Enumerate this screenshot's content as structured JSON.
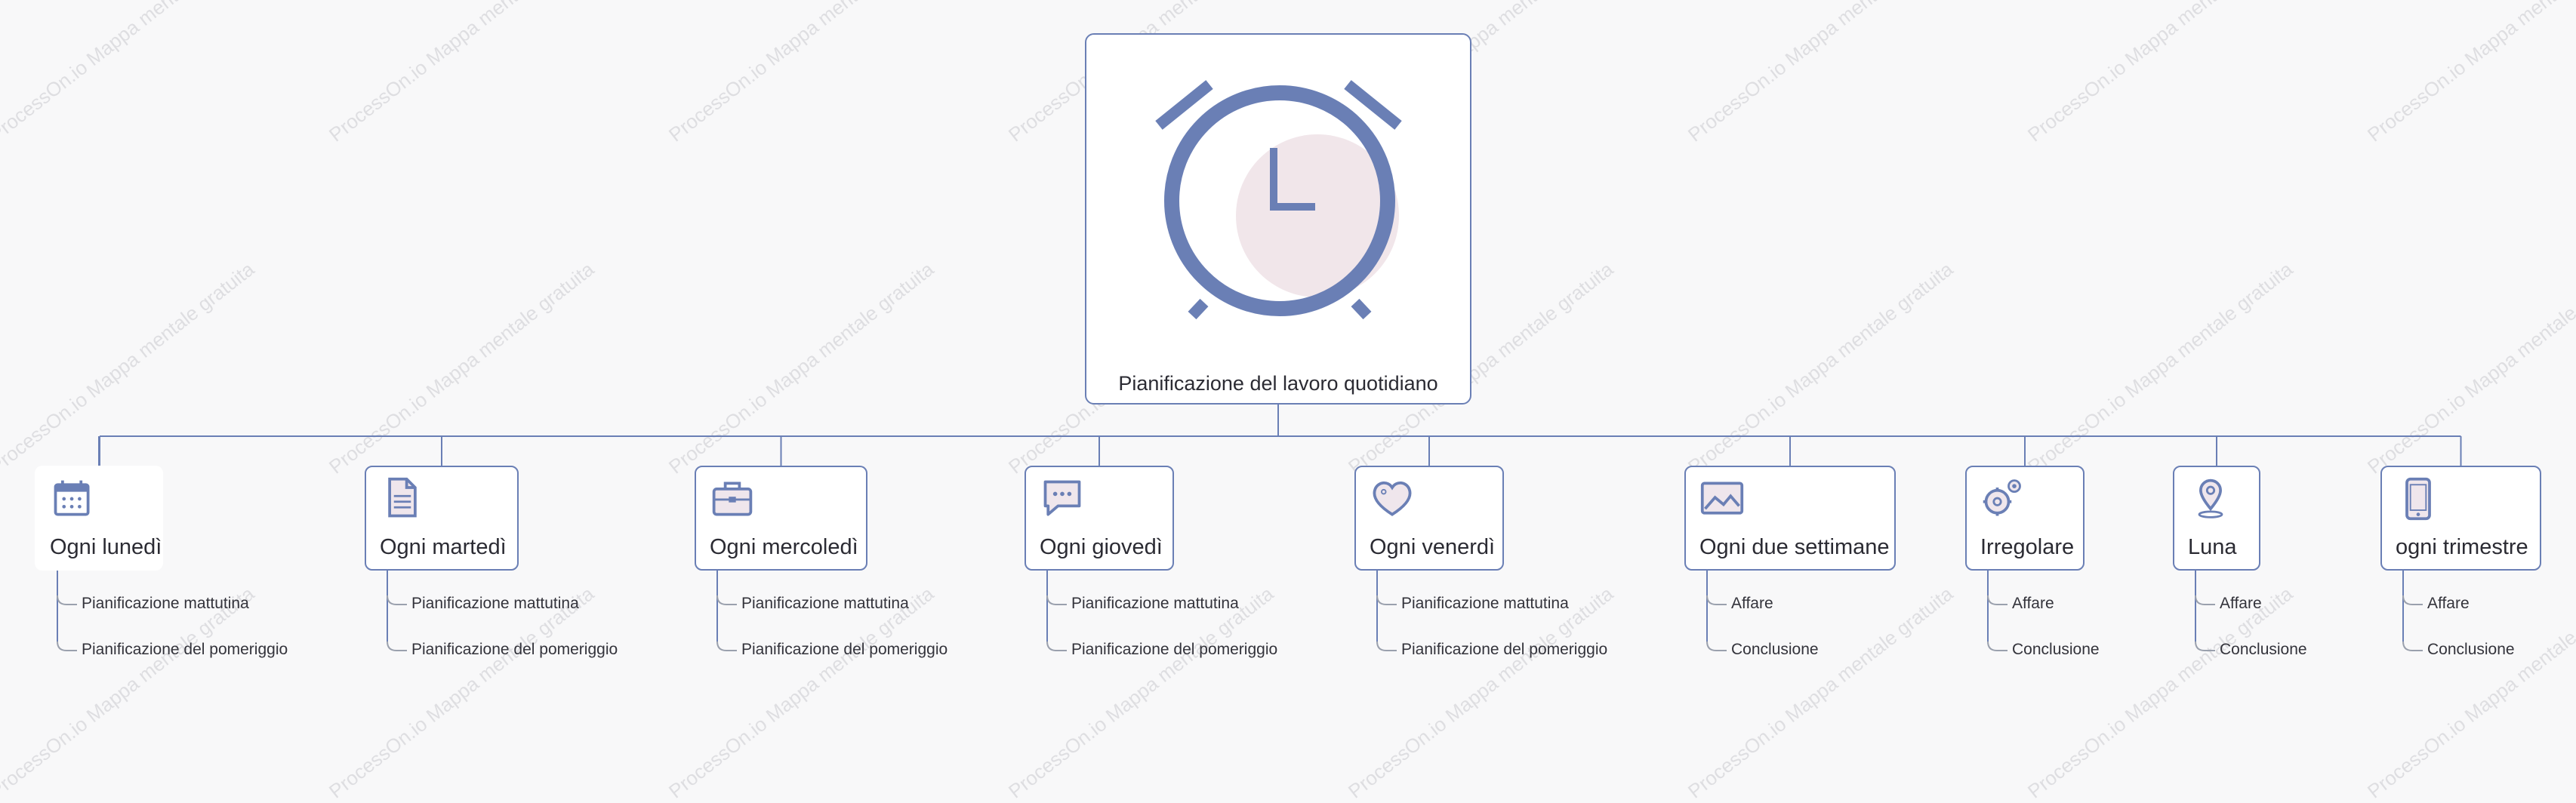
{
  "watermark": "ProcessOn.io Mappa mentale gratuita",
  "colors": {
    "accent": "#6a7fb5",
    "blob": "#f1e6ea",
    "line": "#6a7fb5"
  },
  "root": {
    "title": "Pianificazione del lavoro quotidiano",
    "icon": "alarm-clock-icon"
  },
  "branches": [
    {
      "label": "Ogni lunedì",
      "icon": "calendar-icon",
      "children": [
        "Pianificazione mattutina",
        "Pianificazione del pomeriggio"
      ]
    },
    {
      "label": "Ogni martedì",
      "icon": "document-icon",
      "children": [
        "Pianificazione mattutina",
        "Pianificazione del pomeriggio"
      ]
    },
    {
      "label": "Ogni mercoledì",
      "icon": "briefcase-icon",
      "children": [
        "Pianificazione mattutina",
        "Pianificazione del pomeriggio"
      ]
    },
    {
      "label": "Ogni giovedì",
      "icon": "chat-bubble-icon",
      "children": [
        "Pianificazione mattutina",
        "Pianificazione del pomeriggio"
      ]
    },
    {
      "label": "Ogni venerdì",
      "icon": "heart-icon",
      "children": [
        "Pianificazione mattutina",
        "Pianificazione del pomeriggio"
      ]
    },
    {
      "label": "Ogni due settimane",
      "icon": "image-icon",
      "children": [
        "Affare",
        "Conclusione"
      ]
    },
    {
      "label": "Irregolare",
      "icon": "gears-icon",
      "children": [
        "Affare",
        "Conclusione"
      ]
    },
    {
      "label": "Luna",
      "icon": "map-pin-icon",
      "children": [
        "Affare",
        "Conclusione"
      ]
    },
    {
      "label": "ogni trimestre",
      "icon": "phone-icon",
      "children": [
        "Affare",
        "Conclusione"
      ]
    }
  ]
}
